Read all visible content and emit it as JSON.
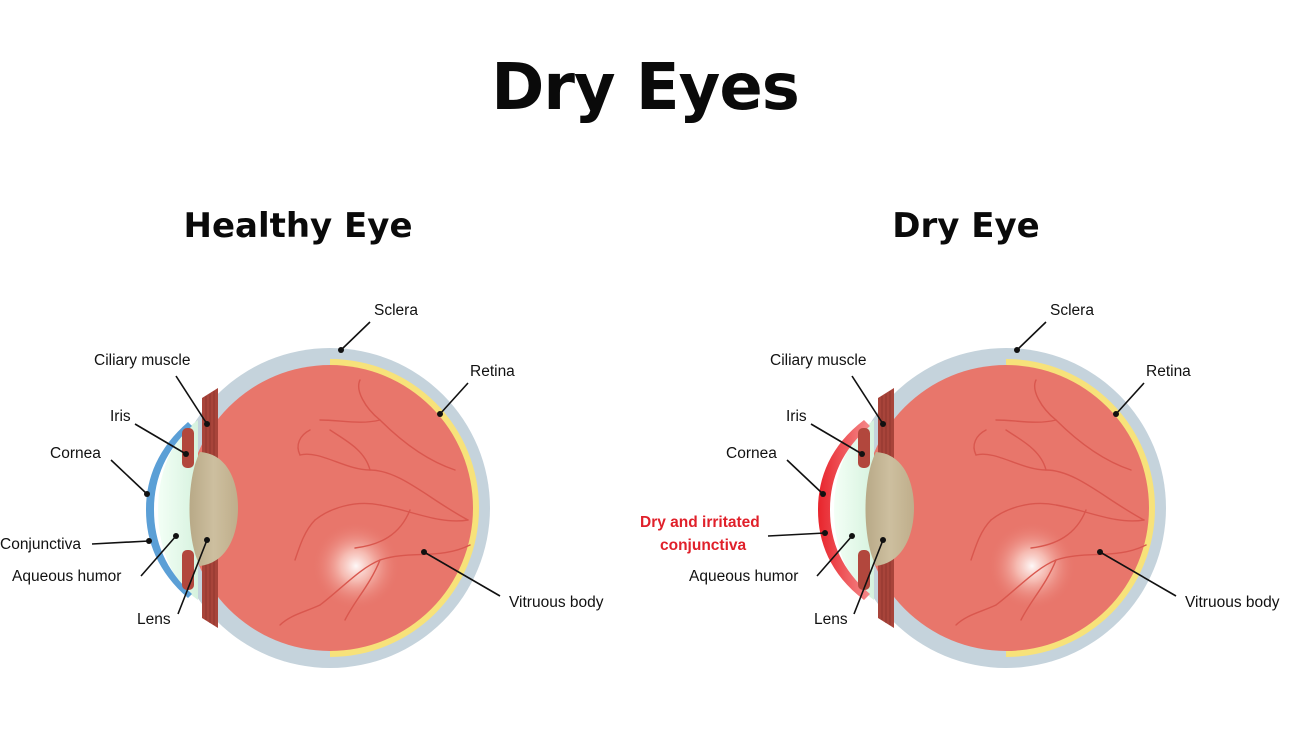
{
  "title": "Dry Eyes",
  "healthy": {
    "title": "Healthy Eye",
    "labels": {
      "sclera": "Sclera",
      "ciliary_muscle": "Ciliary muscle",
      "retina": "Retina",
      "iris": "Iris",
      "cornea": "Cornea",
      "conjunctiva": "Conjunctiva",
      "aqueous_humor": "Aqueous humor",
      "lens": "Lens",
      "vitreous_body": "Vitruous body"
    }
  },
  "dry": {
    "title": "Dry Eye",
    "labels": {
      "sclera": "Sclera",
      "ciliary_muscle": "Ciliary muscle",
      "retina": "Retina",
      "iris": "Iris",
      "cornea": "Cornea",
      "conjunctiva_line1": "Dry and irritated",
      "conjunctiva_line2": "conjunctiva",
      "aqueous_humor": "Aqueous humor",
      "lens": "Lens",
      "vitreous_body": "Vitruous body"
    }
  },
  "colors": {
    "sclera": "#c5d3dc",
    "retina": "#f7e27a",
    "vitreous": "#e8766b",
    "muscle": "#a8443a",
    "lens": "#c7b899",
    "aqueous": "#e6f8ea",
    "cornea_healthy": "#5b9fd6",
    "conjunctiva_dry": "#e0202a",
    "vessel": "#d9574e"
  }
}
